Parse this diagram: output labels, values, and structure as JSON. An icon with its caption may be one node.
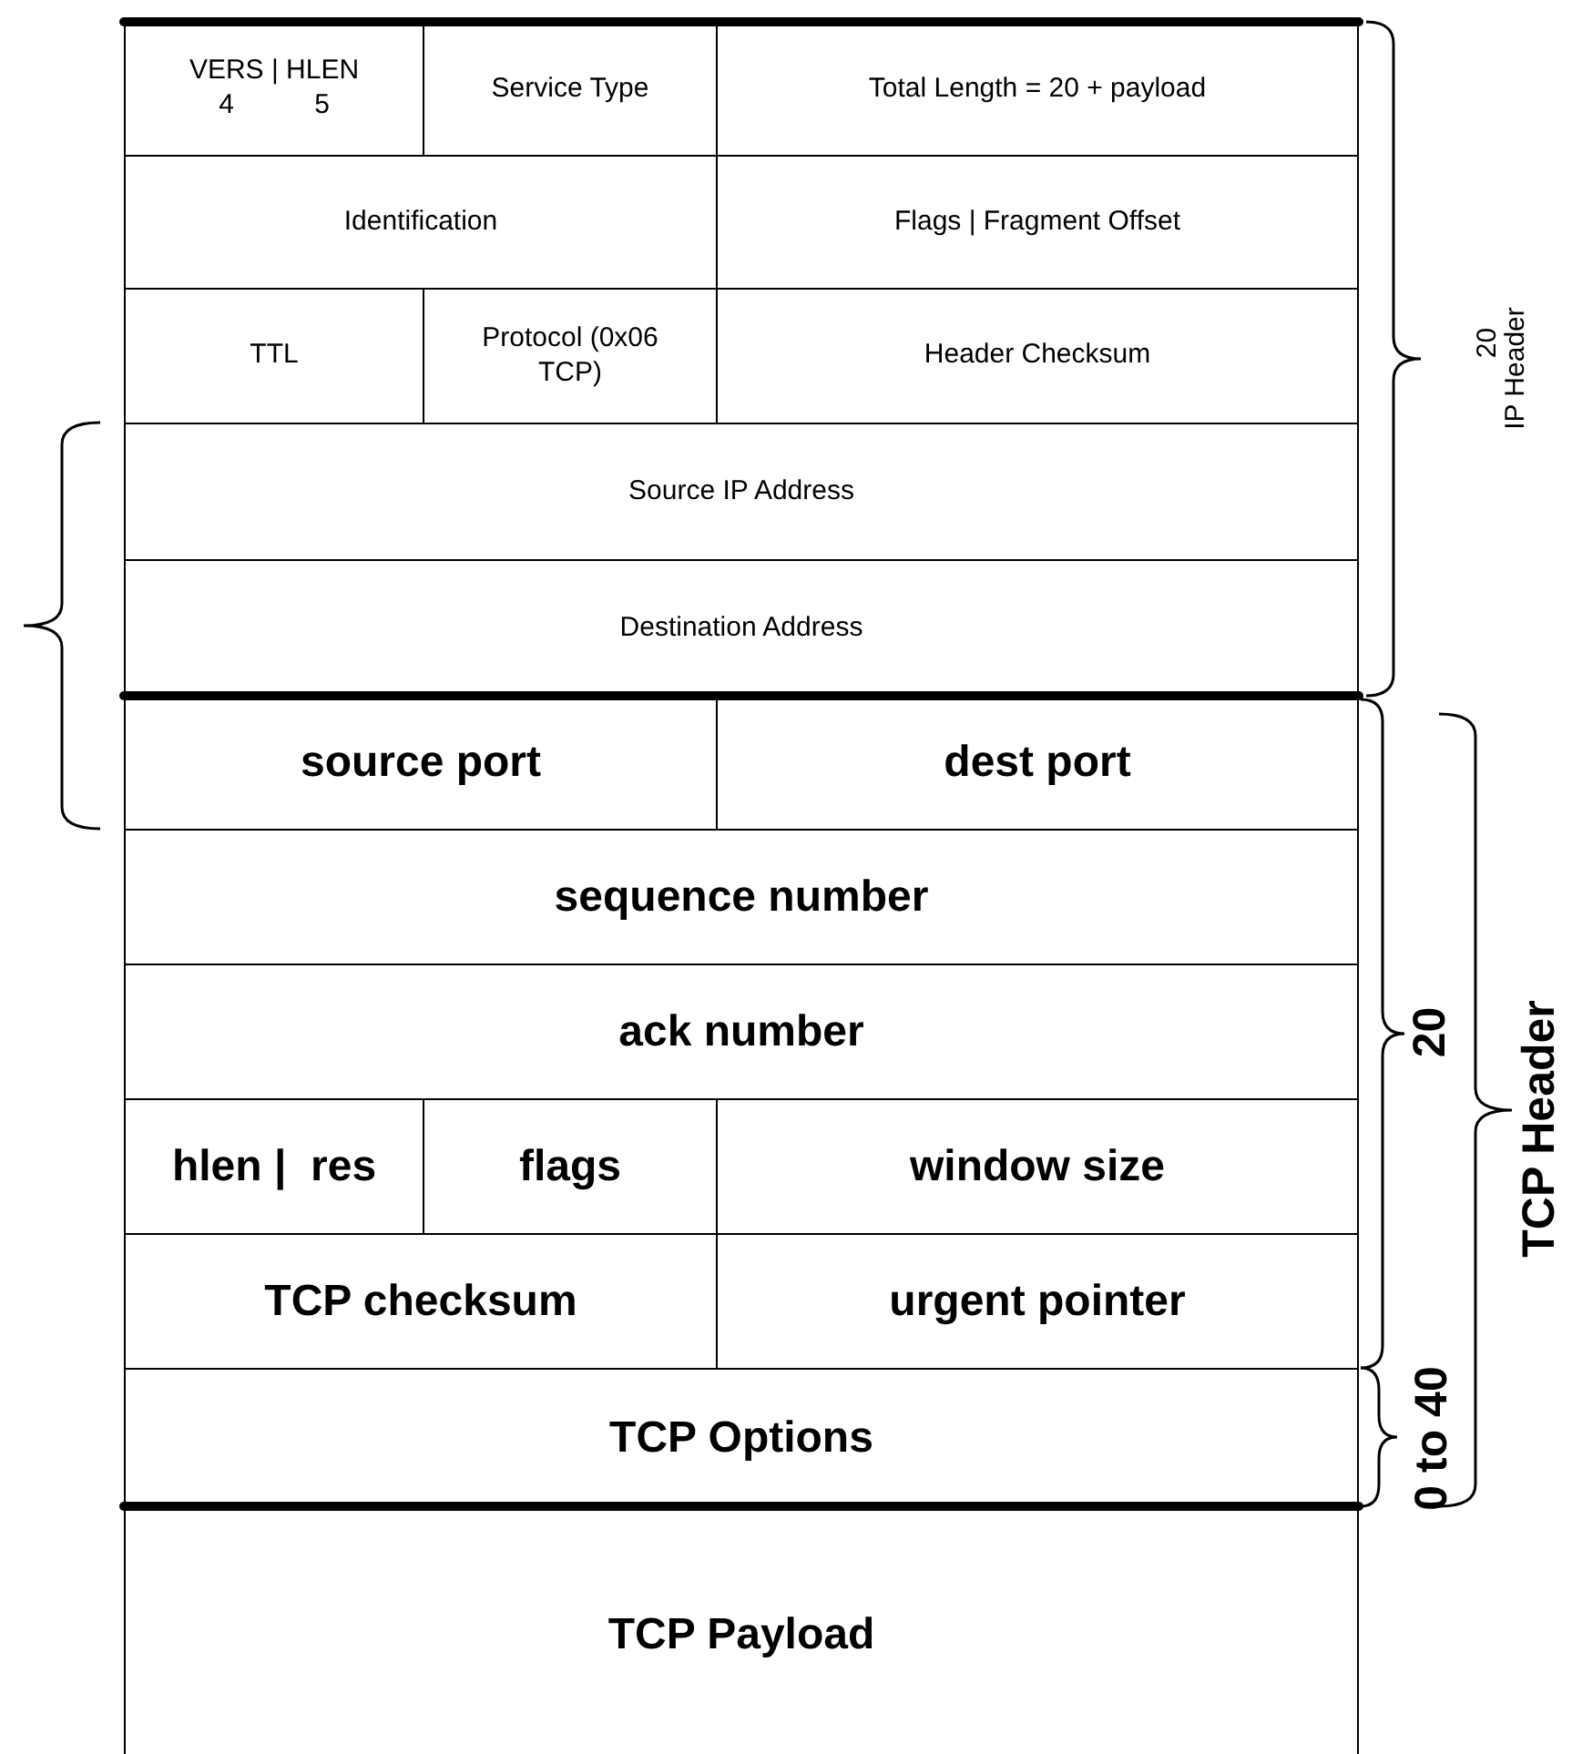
{
  "diagram": {
    "nodes": [
      {
        "text": [
          "VERS | HLEN",
          "4 5"
        ]
      },
      {
        "text": [
          "Service Type"
        ]
      },
      {
        "text": [
          "Total Length = 20 + payload"
        ]
      },
      {
        "text": [
          "Identification"
        ]
      },
      {
        "text": [
          "Flags | Fragment Offset"
        ]
      },
      {
        "text": [
          "TTL"
        ]
      },
      {
        "text": [
          "Protocol (0x06 TCP)"
        ]
      },
      {
        "text": [
          "Header Checksum"
        ]
      },
      {
        "text": [
          "Source IP Address"
        ]
      },
      {
        "text": [
          "Destination Address"
        ]
      },
      {
        "text": [
          "source port"
        ]
      },
      {
        "text": [
          "dest port"
        ]
      },
      {
        "text": [
          "sequence number"
        ]
      },
      {
        "text": [
          "ack number"
        ]
      },
      {
        "text": [
          "hlen |  res"
        ]
      },
      {
        "text": [
          "flags"
        ]
      },
      {
        "text": [
          "window size"
        ]
      },
      {
        "text": [
          "TCP checksum"
        ]
      },
      {
        "text": [
          "urgent pointer"
        ]
      },
      {
        "text": [
          "TCP Options"
        ]
      },
      {
        "text": [
          "TCP Payload"
        ]
      }
    ],
    "edges": [],
    "labels": [
      "20",
      "IP Header",
      "20",
      "0 to 40",
      "TCP Header"
    ]
  }
}
